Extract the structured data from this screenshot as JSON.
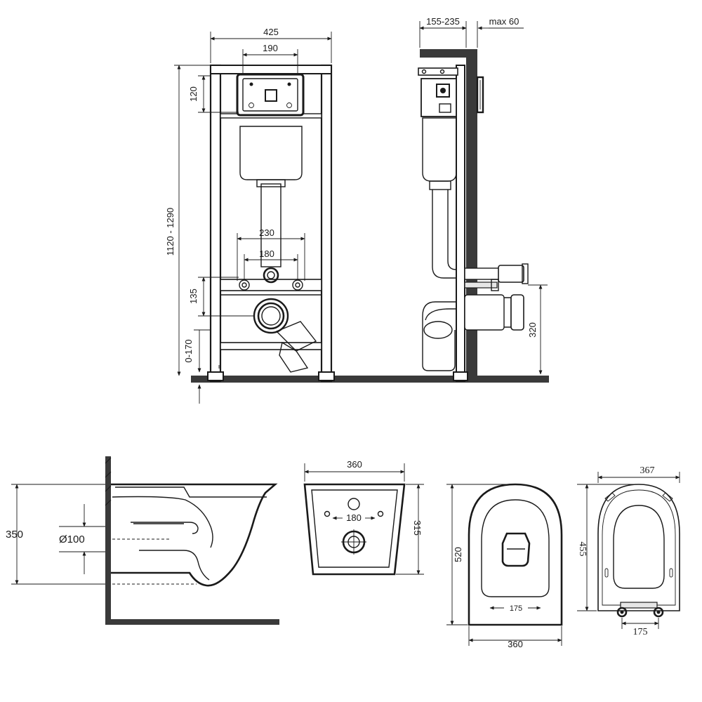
{
  "dimensions": {
    "frame_width": "425",
    "button_width": "190",
    "button_height": "120",
    "frame_height": "1120 - 1290",
    "bolt_outer": "230",
    "bolt_inner": "180",
    "drain_height": "135",
    "leg_adjust": "0-170",
    "wall_depth": "155-235",
    "max_panel": "max 60",
    "outlet_height": "320",
    "bowl_height": "350",
    "pipe_diameter": "Ø100",
    "rear_width": "360",
    "rear_height": "315",
    "rear_bolt": "180",
    "top_length": "520",
    "top_hinge": "175",
    "top_width": "360",
    "seat_width": "367",
    "seat_length": "455",
    "seat_hinge": "175"
  },
  "colors": {
    "line": "#1a1a1a",
    "wall_fill": "#3a3a3a",
    "background": "#ffffff"
  },
  "icons": {
    "dimension_arrow": "arrowhead-icon",
    "flush_plate": "flush-button-icon"
  }
}
